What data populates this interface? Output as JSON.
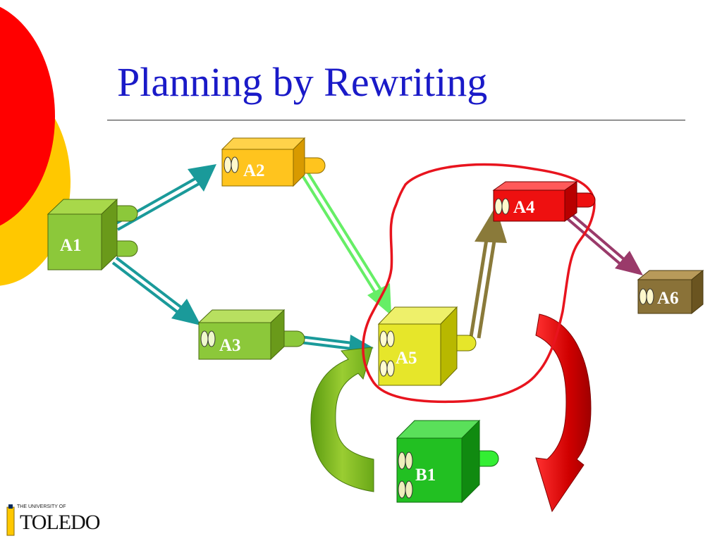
{
  "slide": {
    "title": "Planning by Rewriting"
  },
  "nodes": {
    "a1": "A1",
    "a2": "A2",
    "a3": "A3",
    "a4": "A4",
    "a5": "A5",
    "a6": "A6",
    "b1": "B1"
  },
  "logo": {
    "line1": "THE UNIVERSITY OF",
    "line2": "TOLEDO"
  },
  "colors": {
    "title": "#1a1ac8",
    "teal_arrow": "#1a9a9a",
    "green_arrow": "#66ee66",
    "brown_arrow": "#8a7a3a",
    "purple_arrow": "#9a3a6a",
    "red_outline": "#e8141e",
    "decor_red": "#ff0000",
    "decor_orange": "#ffc800"
  }
}
